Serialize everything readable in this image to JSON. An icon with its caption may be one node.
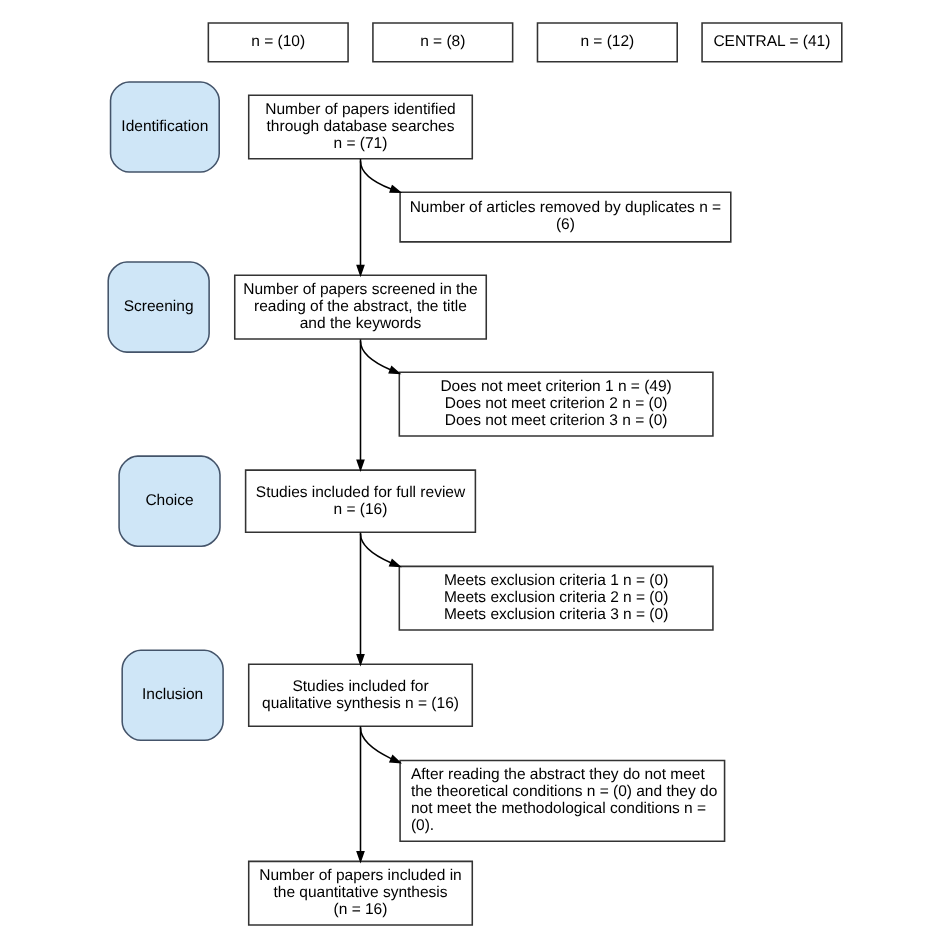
{
  "diagram": {
    "nodes": [
      {
        "text": [
          "n = (10)"
        ]
      },
      {
        "text": [
          "n = (8)"
        ]
      },
      {
        "text": [
          "n = (12)"
        ]
      },
      {
        "text": [
          "CENTRAL = (41)"
        ]
      },
      {
        "text": [
          "Identification"
        ]
      },
      {
        "text": [
          "Number of papers identified through database searches",
          "n = (71)"
        ]
      },
      {
        "text": [
          "Number of articles removed by duplicates n = (6)"
        ]
      },
      {
        "text": [
          "Screening"
        ]
      },
      {
        "text": [
          "Number of papers screened in the reading of the abstract, the title and the keywords"
        ]
      },
      {
        "text": [
          "Does not meet criterion 1 n = (49)",
          "Does not meet criterion 2 n = (0)",
          "Does not meet criterion 3 n = (0)"
        ]
      },
      {
        "text": [
          "Choice"
        ]
      },
      {
        "text": [
          "Studies included for full review",
          "n = (16)"
        ]
      },
      {
        "text": [
          "Meets exclusion criteria 1 n = (0)",
          "Meets exclusion criteria 2 n = (0)",
          "Meets exclusion criteria 3 n = (0)"
        ]
      },
      {
        "text": [
          "Inclusion"
        ]
      },
      {
        "text": [
          "Studies included for qualitative synthesis n = (16)"
        ]
      },
      {
        "text": [
          "After reading the abstract they do not meet the theoretical conditions n = (0) and they do not meet the methodological conditions n = (0)."
        ]
      },
      {
        "text": [
          "Number of papers included in the quantitative synthesis (n = 16)"
        ]
      }
    ],
    "edges": [
      {
        "from": 5,
        "to": 8,
        "arrow": "to"
      },
      {
        "from": 5,
        "to": 6,
        "arrow": "to"
      },
      {
        "from": 8,
        "to": 11,
        "arrow": "to"
      },
      {
        "from": 8,
        "to": 9,
        "arrow": "to"
      },
      {
        "from": 11,
        "to": 14,
        "arrow": "to"
      },
      {
        "from": 11,
        "to": 12,
        "arrow": "to"
      },
      {
        "from": 14,
        "to": 16,
        "arrow": "to"
      },
      {
        "from": 14,
        "to": 15,
        "arrow": "to"
      }
    ]
  }
}
